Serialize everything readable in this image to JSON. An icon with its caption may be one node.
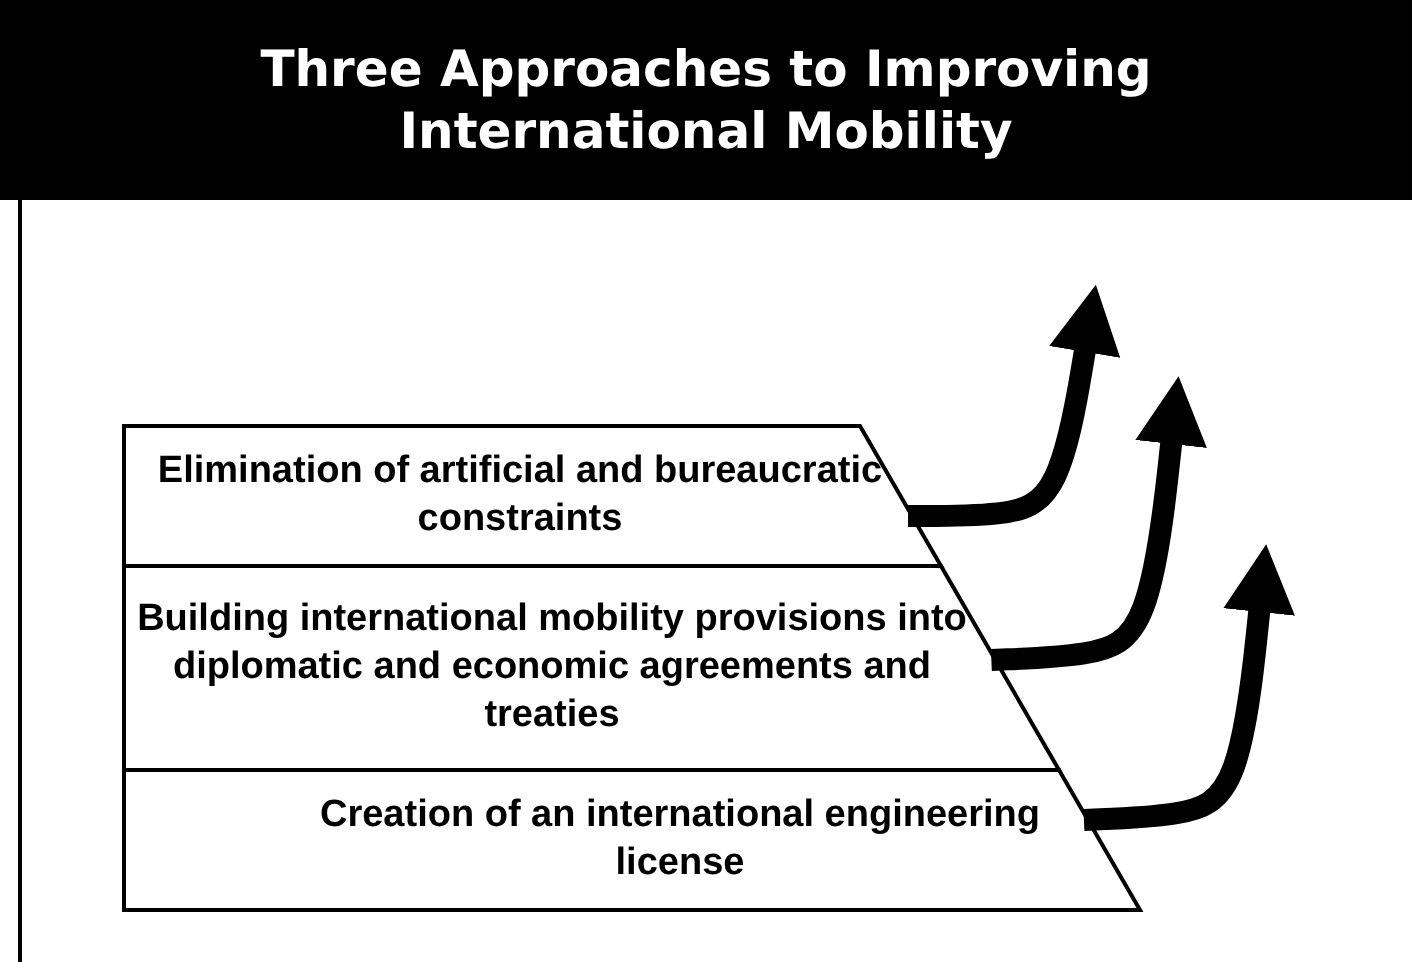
{
  "diagram": {
    "title": "Three Approaches to Improving International Mobility",
    "nodes": [
      {
        "text": [
          "Elimination of artificial and bureaucratic constraints"
        ]
      },
      {
        "text": [
          "Building international mobility provisions into diplomatic and economic agreements and treaties"
        ]
      },
      {
        "text": [
          "Creation of an international engineering license"
        ]
      }
    ],
    "edges": [
      {
        "from": 0,
        "to": null,
        "arrow": "to"
      },
      {
        "from": 1,
        "to": null,
        "arrow": "to"
      },
      {
        "from": 2,
        "to": null,
        "arrow": "to"
      }
    ]
  }
}
